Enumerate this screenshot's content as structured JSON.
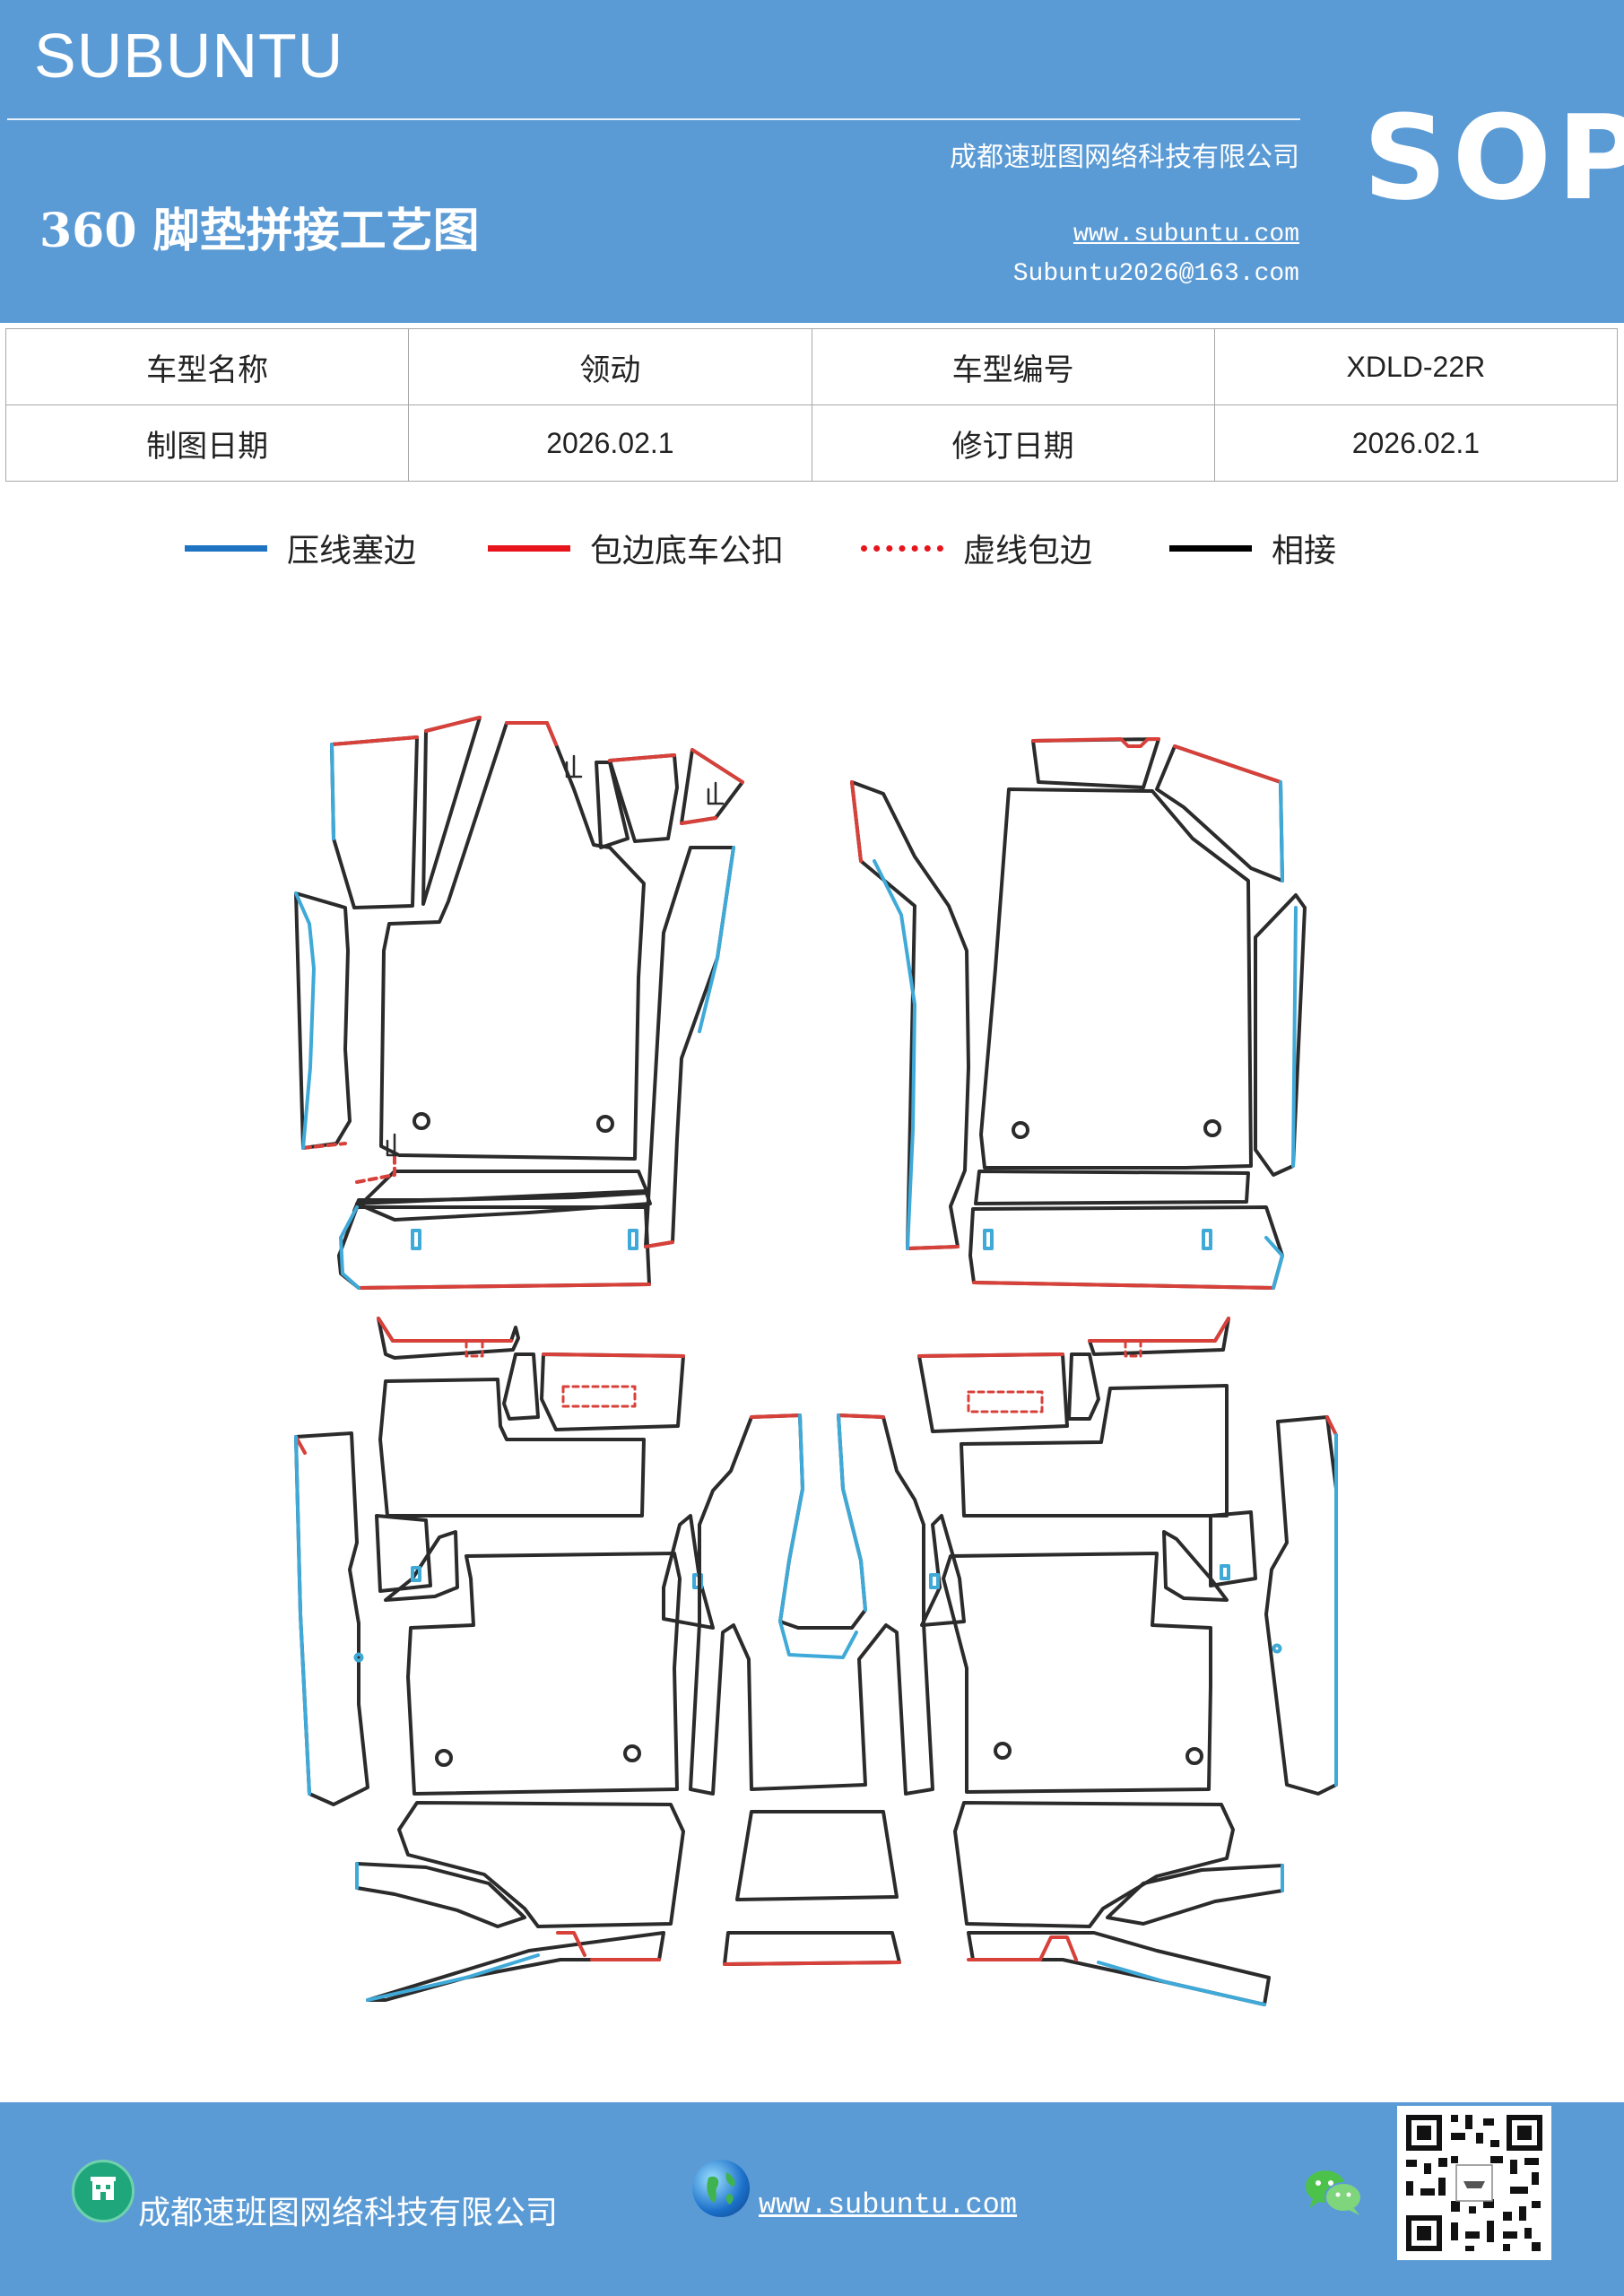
{
  "header": {
    "brand": "SUBUNTU",
    "company": "成都速班图网络科技有限公司",
    "title": "360 脚垫拼接工艺图",
    "website": "www.subuntu.com",
    "email": "Subuntu2026@163.com",
    "badge": "SOP"
  },
  "info": {
    "model_name_label": "车型名称",
    "model_name": "领动",
    "model_code_label": "车型编号",
    "model_code": "XDLD-22R",
    "draw_date_label": "制图日期",
    "draw_date": "2026.02.1",
    "revise_date_label": "修订日期",
    "revise_date": "2026.02.1"
  },
  "legend": [
    {
      "label": "压线塞边",
      "color": "#1f73c3",
      "style": "solid"
    },
    {
      "label": "包边底车公扣",
      "color": "#e8141c",
      "style": "solid"
    },
    {
      "label": "虚线包边",
      "color": "#e8141c",
      "style": "dotted"
    },
    {
      "label": "相接",
      "color": "#000000",
      "style": "solid"
    }
  ],
  "colors": {
    "brand_blue": "#5b9bd5",
    "outline": "#2b2b2b",
    "press_line": "#3fa9d8",
    "hem": "#d8403a"
  },
  "footer": {
    "company": "成都速班图网络科技有限公司",
    "website": "www.subuntu.com",
    "icons": [
      "building-icon",
      "globe-icon",
      "wechat-icon",
      "qr-code"
    ]
  }
}
